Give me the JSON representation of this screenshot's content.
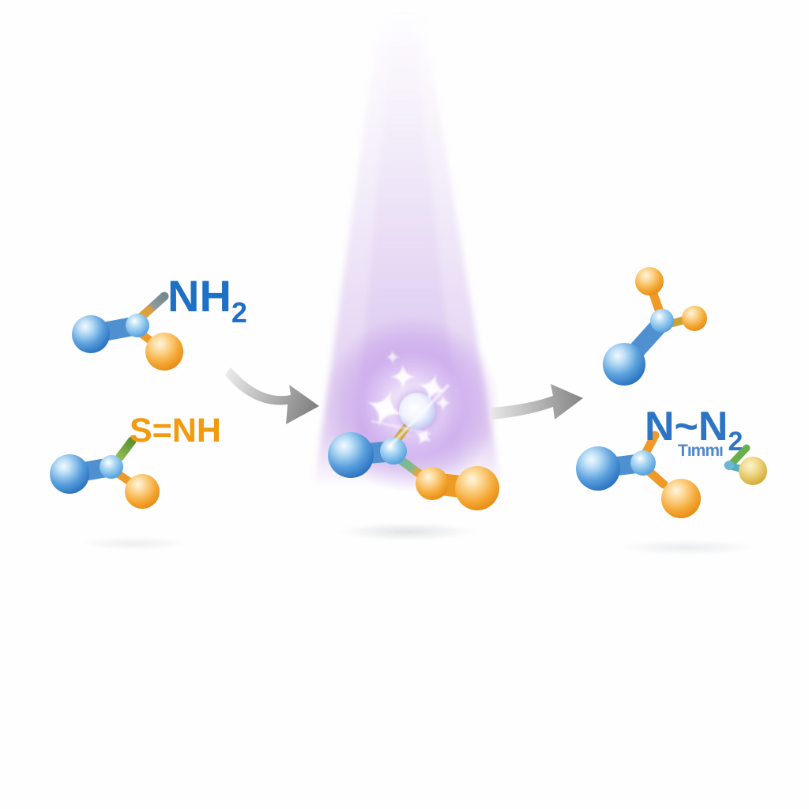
{
  "scene": {
    "type": "photochemical-reaction-illustration",
    "labels": {
      "reactant_top": {
        "main": "NH",
        "sub": "2"
      },
      "reactant_bottom": {
        "main": "S=NH",
        "sub": ""
      },
      "product_top": {
        "main": "N~N",
        "sub": "2"
      },
      "artifact_text": "Tımmı"
    },
    "colors": {
      "label_blue": "#1e6fc6",
      "label_orange": "#f39a10",
      "product_label_blue": "#2e74c4",
      "artifact_blue": "#3f7cc2",
      "atom_blue": "#2e74c2",
      "atom_orange": "#ef9220",
      "atom_gold": "#d9af3e",
      "excited_atom_violet": "#99a3e0",
      "beam_purple": "#cbaae8",
      "glow_purple": "#c8a4ec",
      "arrow_gray": "#8a8a8a",
      "bond_green": "#76a842",
      "bond_teal": "#55aec0",
      "bond_gold": "#c9a23a",
      "bond_slate": "#7d8e99"
    },
    "icons": {
      "arrow_left": "curved-right-arrow",
      "arrow_right": "right-arrow",
      "beam": "uv-light-beam",
      "glow": "photoexcitation-glow",
      "sparkles": "sparkle-stars"
    }
  }
}
